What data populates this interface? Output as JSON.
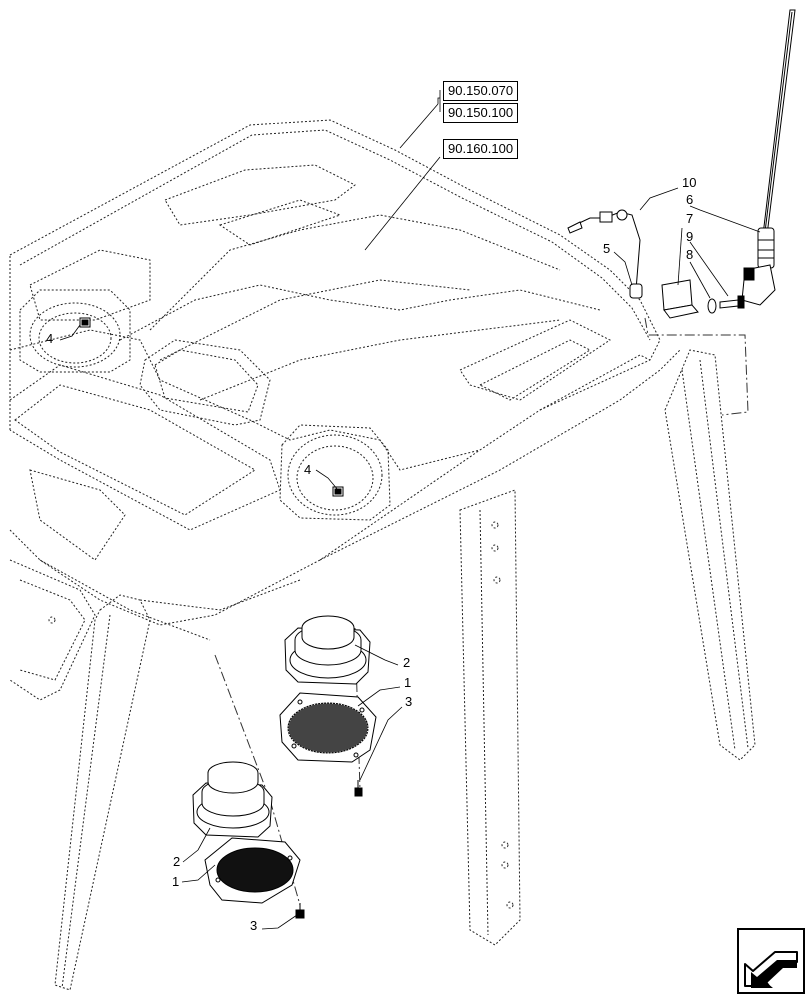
{
  "references": [
    "90.150.070",
    "90.150.100",
    "90.160.100"
  ],
  "callouts": {
    "c1a": "1",
    "c1b": "1",
    "c2a": "2",
    "c2b": "2",
    "c3a": "3",
    "c3b": "3",
    "c4a": "4",
    "c4b": "4",
    "c5": "5",
    "c6": "6",
    "c7": "7",
    "c8": "8",
    "c9": "9",
    "c10": "10"
  },
  "nav": {
    "icon": "previous-page-arrow-icon"
  }
}
